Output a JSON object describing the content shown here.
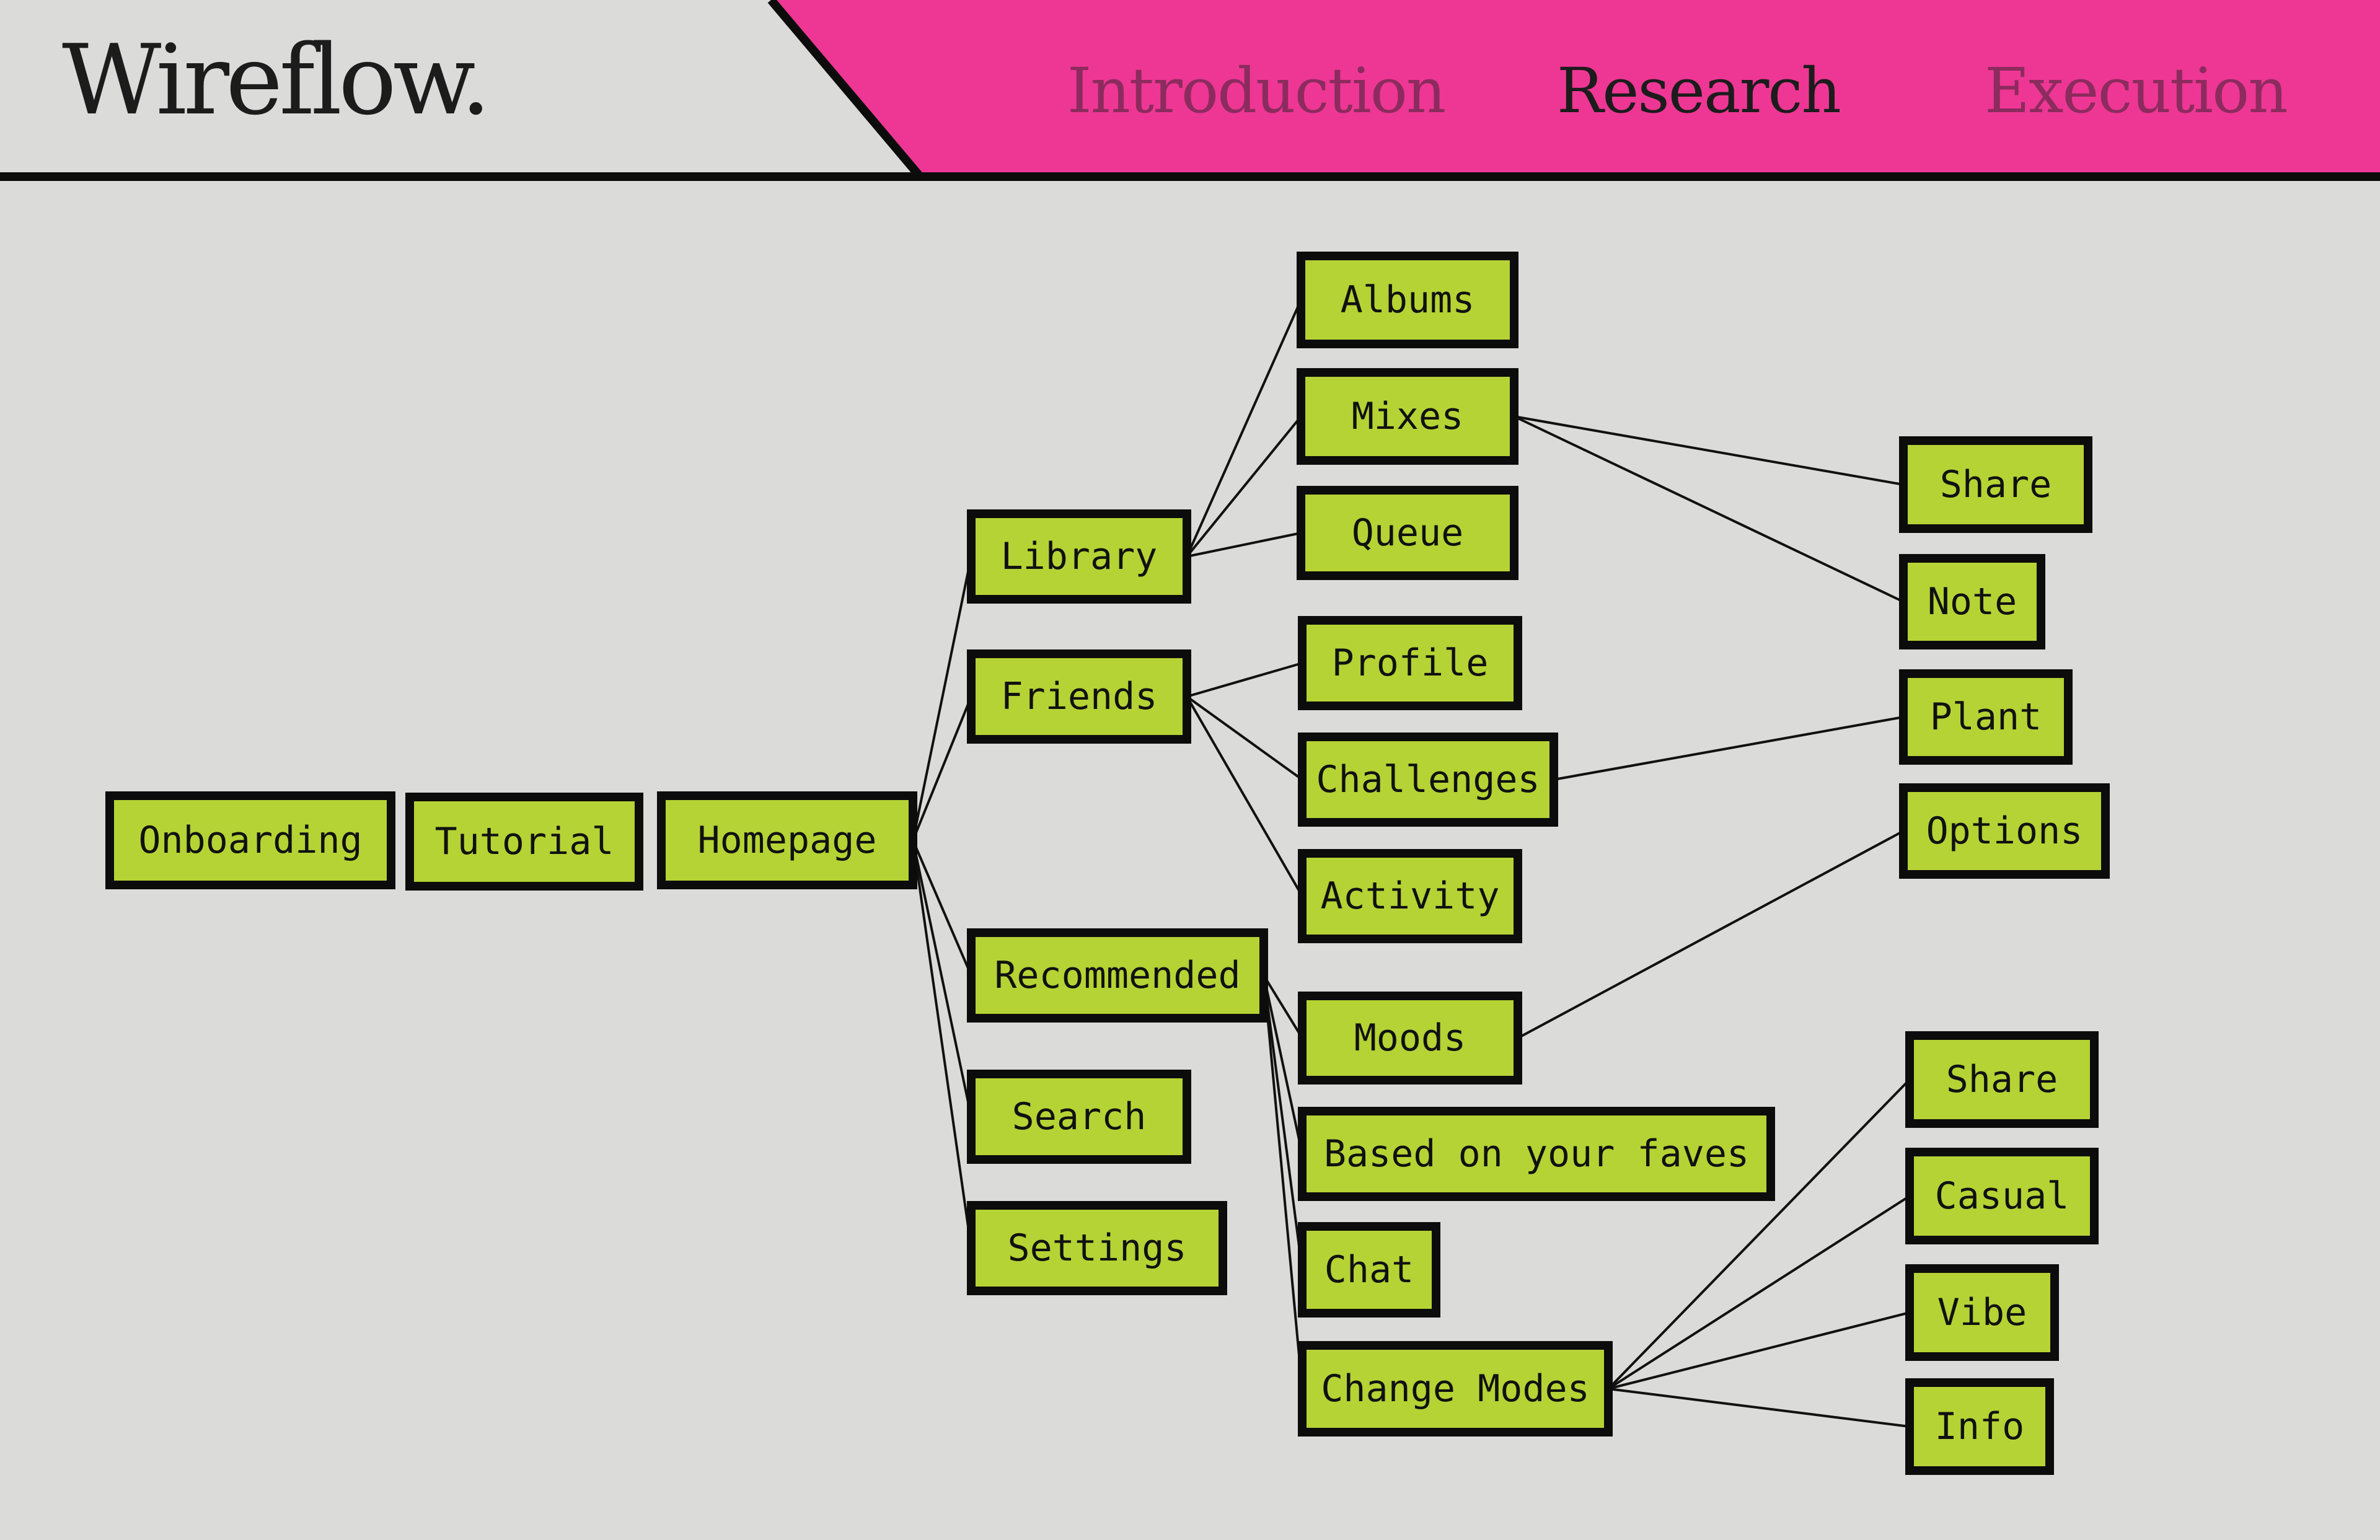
{
  "header": {
    "brand": "Wireflow.",
    "nav": [
      {
        "id": "introduction",
        "label": "Introduction",
        "active": false
      },
      {
        "id": "research",
        "label": "Research",
        "active": true
      },
      {
        "id": "execution",
        "label": "Execution",
        "active": false
      }
    ]
  },
  "colors": {
    "background": "#dbdbd9",
    "header_accent": "#ee3794",
    "node_fill": "#b5d334",
    "node_border": "#0c0c0c",
    "nav_dim": "#8c2b5e",
    "nav_active": "#1c1c1c"
  },
  "nodes": [
    {
      "id": "onboarding",
      "label": "Onboarding"
    },
    {
      "id": "tutorial",
      "label": "Tutorial"
    },
    {
      "id": "homepage",
      "label": "Homepage"
    },
    {
      "id": "library",
      "label": "Library"
    },
    {
      "id": "friends",
      "label": "Friends"
    },
    {
      "id": "recommended",
      "label": "Recommended"
    },
    {
      "id": "search",
      "label": "Search"
    },
    {
      "id": "settings",
      "label": "Settings"
    },
    {
      "id": "albums",
      "label": "Albums"
    },
    {
      "id": "mixes",
      "label": "Mixes"
    },
    {
      "id": "queue",
      "label": "Queue"
    },
    {
      "id": "profile",
      "label": "Profile"
    },
    {
      "id": "challenges",
      "label": "Challenges"
    },
    {
      "id": "activity",
      "label": "Activity"
    },
    {
      "id": "moods",
      "label": "Moods"
    },
    {
      "id": "based-on-your-faves",
      "label": "Based on your faves"
    },
    {
      "id": "chat",
      "label": "Chat"
    },
    {
      "id": "change-modes",
      "label": "Change Modes"
    },
    {
      "id": "share-1",
      "label": "Share"
    },
    {
      "id": "note",
      "label": "Note"
    },
    {
      "id": "plant",
      "label": "Plant"
    },
    {
      "id": "options",
      "label": "Options"
    },
    {
      "id": "share-2",
      "label": "Share"
    },
    {
      "id": "casual",
      "label": "Casual"
    },
    {
      "id": "vibe",
      "label": "Vibe"
    },
    {
      "id": "info",
      "label": "Info"
    }
  ],
  "edges": [
    {
      "from": "homepage",
      "to": "library"
    },
    {
      "from": "homepage",
      "to": "friends"
    },
    {
      "from": "homepage",
      "to": "recommended"
    },
    {
      "from": "homepage",
      "to": "search"
    },
    {
      "from": "homepage",
      "to": "settings"
    },
    {
      "from": "library",
      "to": "albums"
    },
    {
      "from": "library",
      "to": "mixes"
    },
    {
      "from": "library",
      "to": "queue"
    },
    {
      "from": "friends",
      "to": "profile"
    },
    {
      "from": "friends",
      "to": "challenges"
    },
    {
      "from": "friends",
      "to": "activity"
    },
    {
      "from": "recommended",
      "to": "moods"
    },
    {
      "from": "recommended",
      "to": "based-on-your-faves"
    },
    {
      "from": "recommended",
      "to": "chat"
    },
    {
      "from": "recommended",
      "to": "change-modes"
    },
    {
      "from": "mixes",
      "to": "share-1"
    },
    {
      "from": "mixes",
      "to": "note"
    },
    {
      "from": "challenges",
      "to": "plant"
    },
    {
      "from": "moods",
      "to": "options"
    },
    {
      "from": "change-modes",
      "to": "share-2"
    },
    {
      "from": "change-modes",
      "to": "casual"
    },
    {
      "from": "change-modes",
      "to": "vibe"
    },
    {
      "from": "change-modes",
      "to": "info"
    }
  ]
}
